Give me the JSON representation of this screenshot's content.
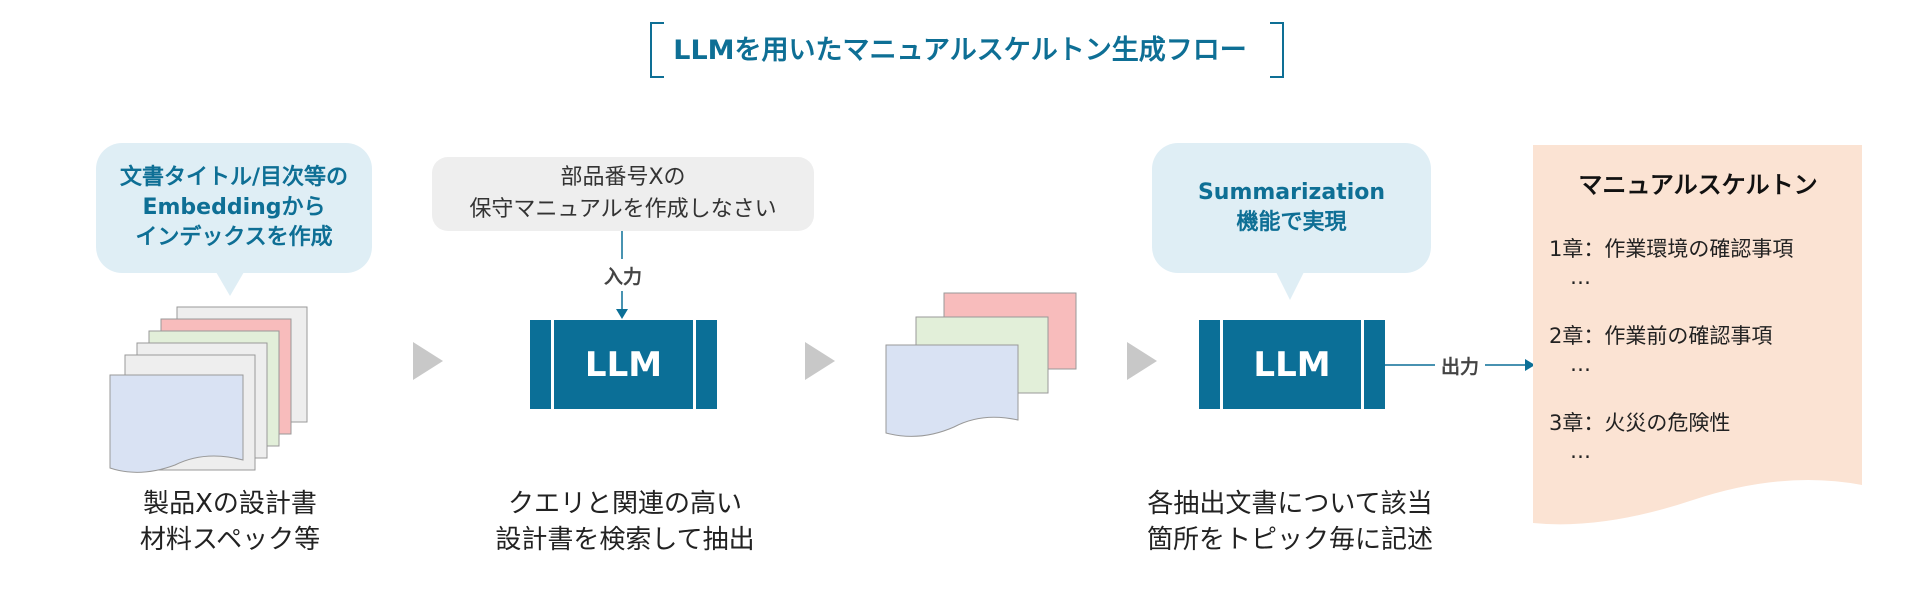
{
  "title": "LLMを用いたマニュアルスケルトン生成フロー",
  "step1": {
    "bubble": "文書タイトル/目次等の\nEmbeddingから\nインデックスを作成",
    "caption": "製品Xの設計書\n材料スペック等"
  },
  "step2": {
    "query": "部品番号Xの\n保守マニュアルを作成しなさい",
    "input_label": "入力",
    "llm_label": "LLM",
    "caption": "クエリと関連の高い\n設計書を検索して抽出"
  },
  "step3": {
    "bubble": "Summarization\n機能で実現",
    "llm_label": "LLM",
    "output_label": "出力",
    "caption": "各抽出文書について該当\n箇所をトピック毎に記述"
  },
  "skeleton": {
    "title": "マニュアルスケルトン",
    "chapters": [
      "1章：作業環境の確認事項\n　…",
      "2章：作業前の確認事項\n　…",
      "3章：火災の危険性\n　…"
    ]
  },
  "colors": {
    "accent": "#0b6f97",
    "bubble": "#dfeef5",
    "panel": "#fbe3d3"
  }
}
